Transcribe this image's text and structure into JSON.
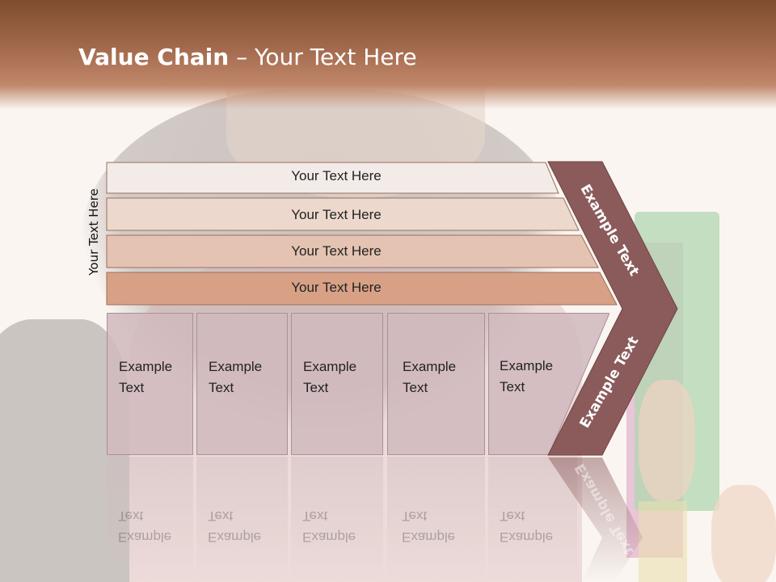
{
  "slide": {
    "title_bold": "Value Chain",
    "title_rest": " – Your Text Here",
    "side_label": "Your Text Here",
    "rows": [
      {
        "label": "Your Text Here",
        "fill": "#f3ebe8"
      },
      {
        "label": "Your Text Here",
        "fill": "#ecd8cd"
      },
      {
        "label": "Your Text Here",
        "fill": "#e4c3b2"
      },
      {
        "label": "Your Text Here",
        "fill": "#d8a186"
      }
    ],
    "boxes": [
      {
        "line1": "Example",
        "line2": "Text"
      },
      {
        "line1": "Example",
        "line2": "Text"
      },
      {
        "line1": "Example",
        "line2": "Text"
      },
      {
        "line1": "Example",
        "line2": "Text"
      },
      {
        "line1": "Example",
        "line2": "Text"
      }
    ],
    "chevron": {
      "top_label": "Example Text",
      "bottom_label": "Example Text",
      "fill": "#8b5b5b"
    }
  },
  "colors": {
    "title_band": "#a0664a",
    "row_border": "#9a6f5c",
    "box_fill": "#d0babe"
  }
}
